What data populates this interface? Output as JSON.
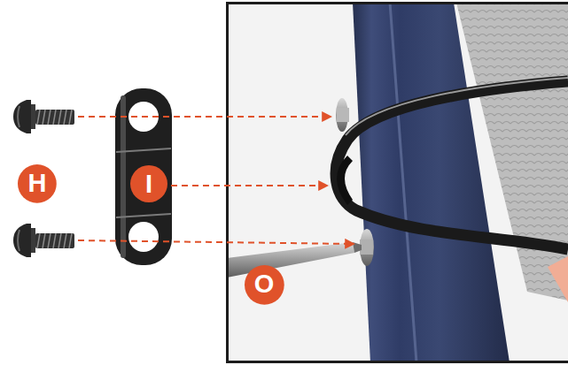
{
  "diagram": {
    "nodes": [
      {
        "text": [
          "H"
        ]
      },
      {
        "text": [
          "I"
        ]
      },
      {
        "text": [
          "O"
        ]
      }
    ]
  }
}
